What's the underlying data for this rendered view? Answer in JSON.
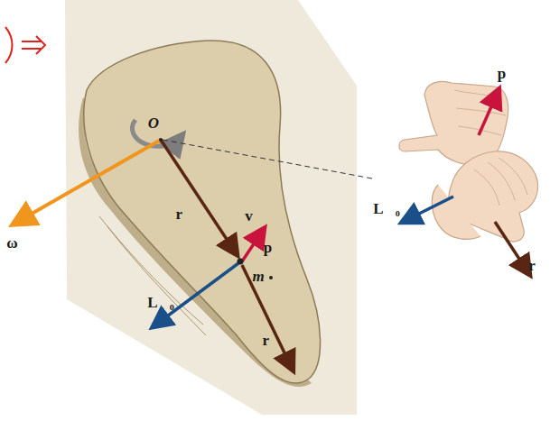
{
  "diagram": {
    "labels": [
      "O",
      "ω⃗",
      "r⃗",
      "v⃗",
      "p⃗",
      "m",
      "L⃗₀",
      "r⃗",
      "p⃗",
      "L⃗₀",
      "r⃗"
    ]
  }
}
